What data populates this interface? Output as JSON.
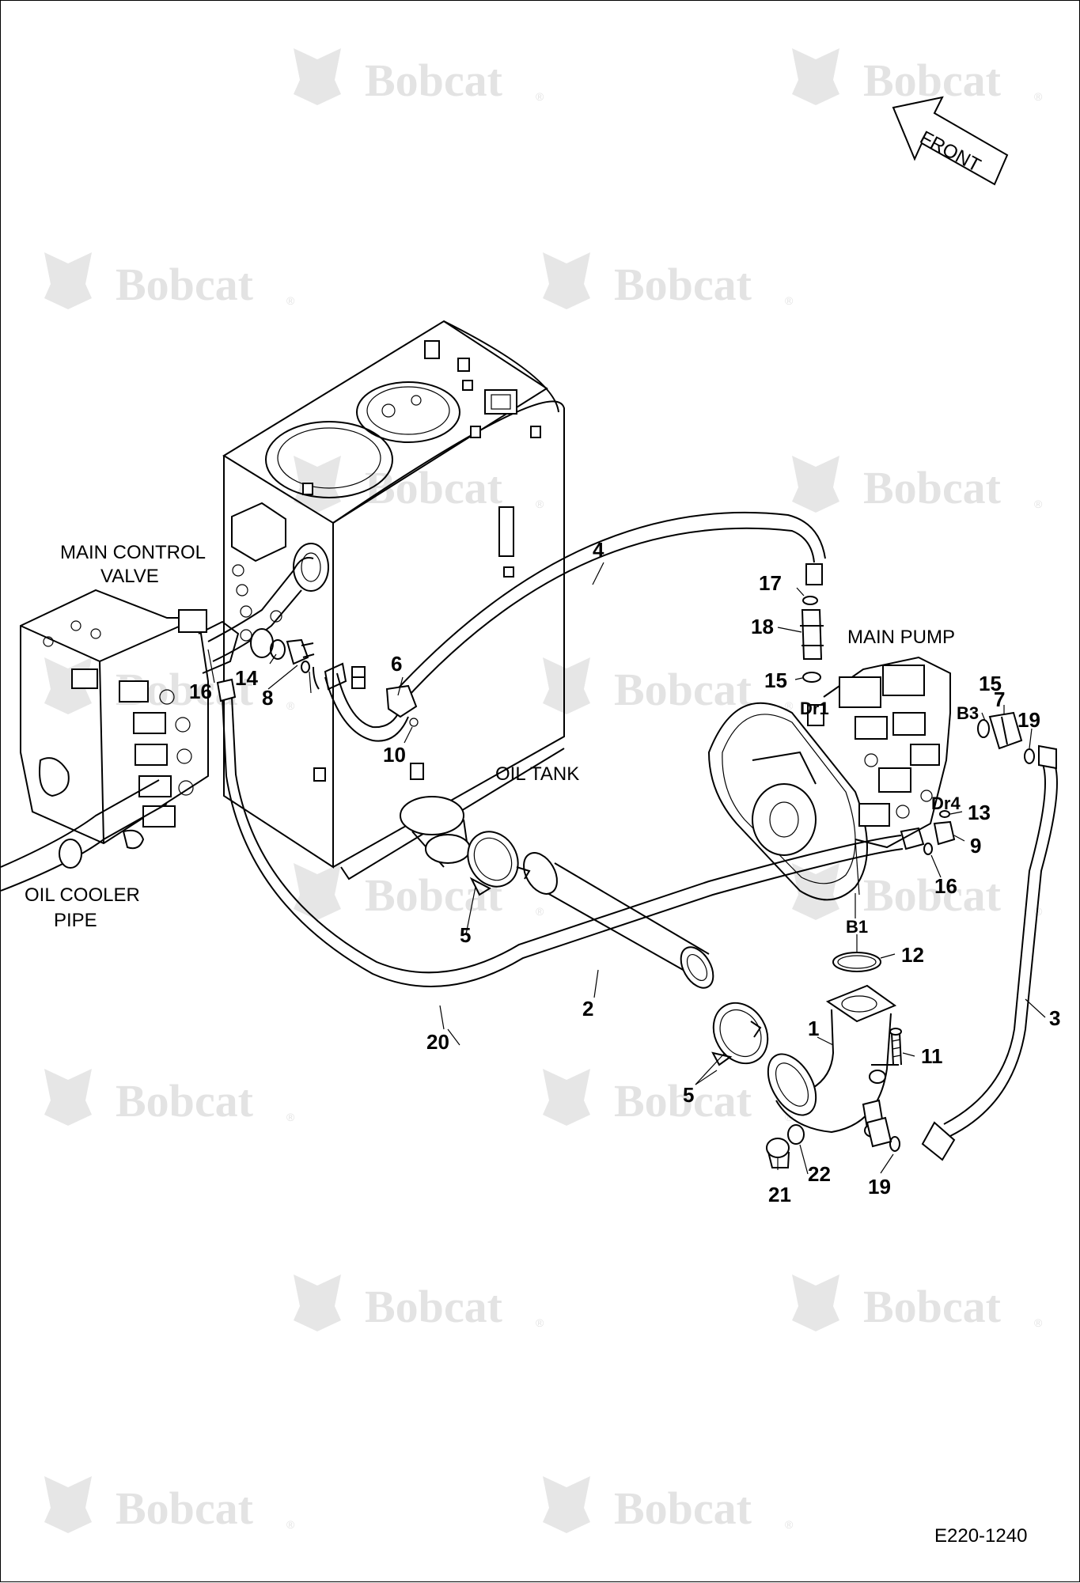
{
  "watermark": {
    "text": "Bobcat",
    "mark": "®",
    "color": "#e3e3e3"
  },
  "labels": {
    "front": "FRONT",
    "main_control_valve_line1": "MAIN CONTROL",
    "main_control_valve_line2": "VALVE",
    "main_pump": "MAIN PUMP",
    "oil_tank": "OIL TANK",
    "oil_cooler_pipe_line1": "OIL COOLER",
    "oil_cooler_pipe_line2": "PIPE"
  },
  "ports": {
    "dr1": "Dr1",
    "b3": "B3",
    "dr4": "Dr4",
    "b1": "B1"
  },
  "callouts": {
    "c1": "1",
    "c2": "2",
    "c3": "3",
    "c4": "4",
    "c5a": "5",
    "c5b": "5",
    "c6": "6",
    "c7": "7",
    "c8": "8",
    "c9": "9",
    "c10": "10",
    "c11": "11",
    "c12": "12",
    "c13": "13",
    "c14": "14",
    "c15a": "15",
    "c15b": "15",
    "c16a": "16",
    "c16b": "16",
    "c17": "17",
    "c18": "18",
    "c19a": "19",
    "c19b": "19",
    "c20": "20",
    "c21": "21",
    "c22": "22"
  },
  "drawing_code": "E220-1240"
}
